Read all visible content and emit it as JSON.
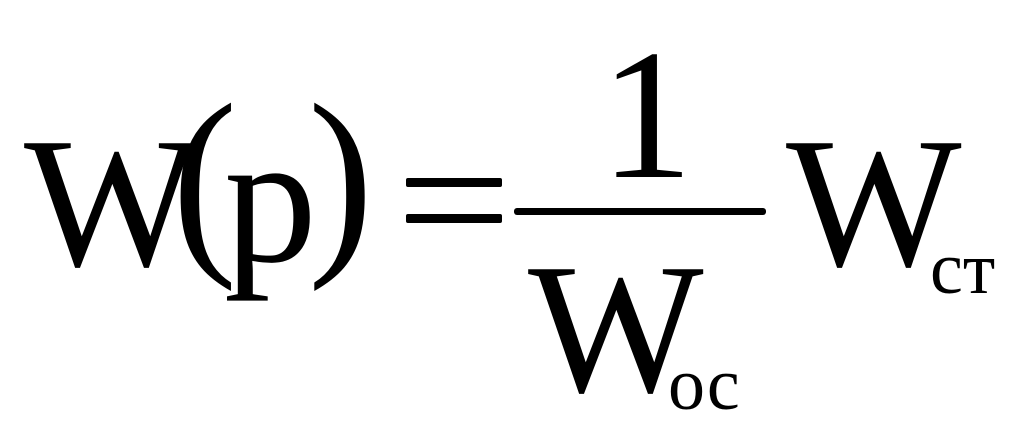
{
  "formula": {
    "lhs_symbol": "W",
    "open_paren": "(",
    "argument": "p",
    "close_paren": ")",
    "equals": "=",
    "numerator": "1",
    "denominator_symbol": "W",
    "denominator_subscript": "ос",
    "factor_symbol": "W",
    "factor_subscript": "ст"
  }
}
